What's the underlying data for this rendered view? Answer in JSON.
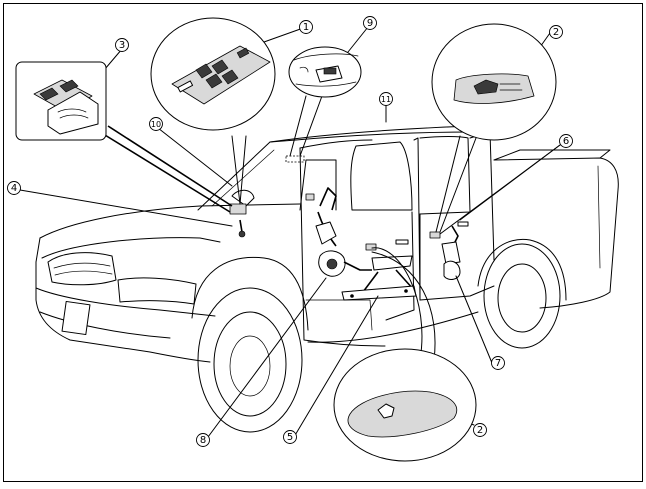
{
  "figure": {
    "callouts": [
      {
        "id": "c1",
        "label": "1"
      },
      {
        "id": "c2a",
        "label": "2"
      },
      {
        "id": "c2b",
        "label": "2"
      },
      {
        "id": "c3",
        "label": "3"
      },
      {
        "id": "c4",
        "label": "4"
      },
      {
        "id": "c5",
        "label": "5"
      },
      {
        "id": "c6",
        "label": "6"
      },
      {
        "id": "c7",
        "label": "7"
      },
      {
        "id": "c8",
        "label": "8"
      },
      {
        "id": "c9",
        "label": "9"
      },
      {
        "id": "c10",
        "label": "10"
      },
      {
        "id": "c11",
        "label": "11"
      }
    ]
  }
}
